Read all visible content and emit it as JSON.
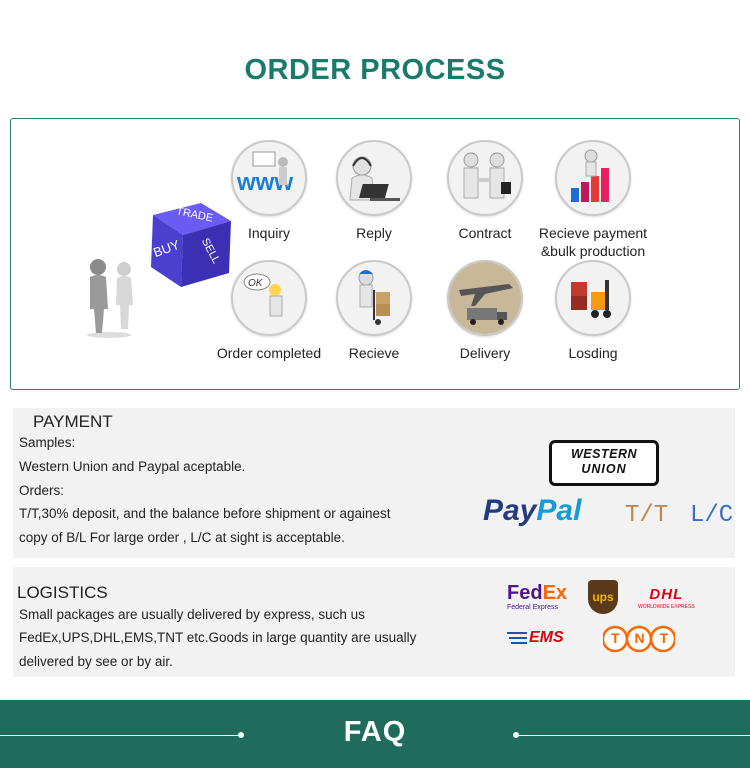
{
  "title": "ORDER PROCESS",
  "dice": {
    "top": "TRADE",
    "left": "BUY",
    "right": "SELL"
  },
  "steps": [
    {
      "label": "Inquiry",
      "icon": "inquiry-icon"
    },
    {
      "label": "Reply",
      "icon": "headset-laptop-icon"
    },
    {
      "label": "Contract",
      "icon": "handshake-icon"
    },
    {
      "label": "Recieve payment\n&bulk production",
      "icon": "rising-chart-icon"
    },
    {
      "label": "Order completed",
      "icon": "ok-sign-icon"
    },
    {
      "label": "Recieve",
      "icon": "hand-truck-icon"
    },
    {
      "label": "Delivery",
      "icon": "airplane-truck-icon"
    },
    {
      "label": "Losding",
      "icon": "forklift-icon"
    }
  ],
  "payment": {
    "heading": "PAYMENT",
    "lines": [
      "Samples:",
      "Western Union and Paypal aceptable.",
      "Orders:",
      "T/T,30% deposit, and the balance before  shipment or againest",
      "copy of B/L  For large order , L/C at sight is acceptable."
    ],
    "logos": {
      "western_union_1": "WESTERN",
      "western_union_2": "UNION",
      "paypal_pay": "Pay",
      "paypal_pal": "Pal",
      "tt": "T/T",
      "lc": "L/C"
    }
  },
  "logistics": {
    "heading": "LOGISTICS",
    "lines": [
      "Small packages are usually delivered by express, such us",
      "FedEx,UPS,DHL,EMS,TNT etc.Goods in large quantity are usually",
      "delivered by see or by air."
    ],
    "logos": {
      "fedex_fed": "Fed",
      "fedex_ex": "Ex",
      "fedex_sub": "Federal Express",
      "ups": "ups",
      "dhl": "DHL",
      "dhl_sub": "WORLDWIDE EXPRESS",
      "ems": "EMS",
      "tnt": "TNT"
    }
  },
  "footer": {
    "label": "FAQ"
  },
  "colors": {
    "accent": "#1a7a6c",
    "footer_bg": "#1f6b5c",
    "panel_bg": "#f2f2f2",
    "dice": "#4b3fd0",
    "paypal_dark": "#253b80",
    "paypal_light": "#179bd7",
    "fedex_purple": "#4d148c",
    "fedex_orange": "#ff6600",
    "dhl_red": "#d40511",
    "ups_brown": "#5a3a1a",
    "ups_gold": "#f4b400"
  }
}
